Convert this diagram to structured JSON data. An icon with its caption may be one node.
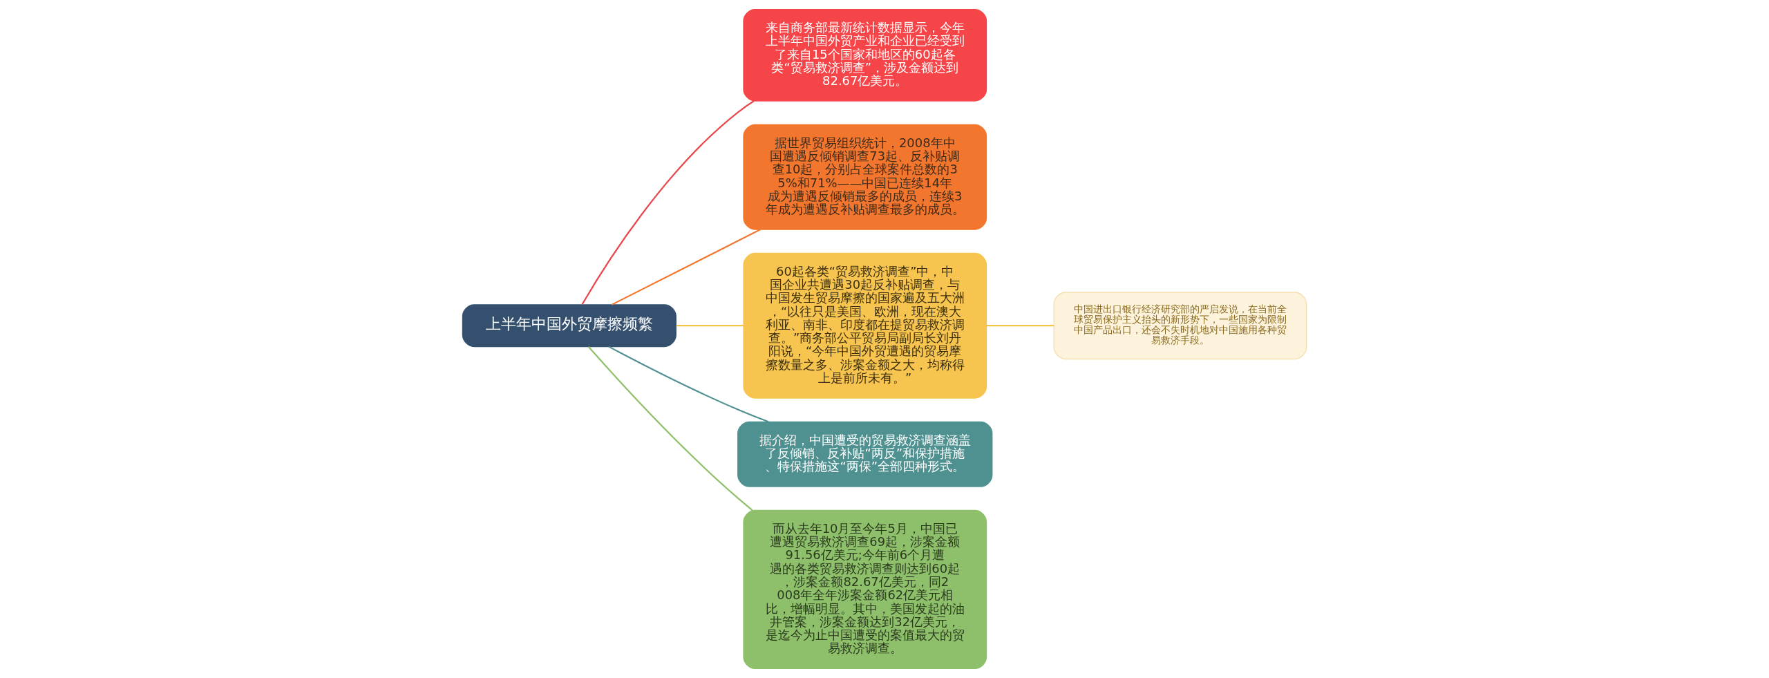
{
  "diagram": {
    "nodes": [
      {
        "text": [
          "上半年中国外贸摩擦频繁"
        ]
      },
      {
        "text": [
          "来自商务部最新统计数据显示，今年上半年中国外贸产业和企业已经受到了来自15个国家和地区的60起各类“贸易救济调查”，涉及金额达到82.67亿美元。"
        ]
      },
      {
        "text": [
          "据世界贸易组织统计，2008年中国遭遇反倾销调查73起、反补贴调查10起，分别占全球案件总数的35%和71%——中国已连续14年成为遭遇反倾销最多的成员，连续3年成为遭遇反补贴调查最多的成员。"
        ]
      },
      {
        "text": [
          "60起各类“贸易救济调查”中，中国企业共遭遇30起反补贴调查，与中国发生贸易摩擦的国家遍及五大洲，“以往只是美国、欧洲，现在澳大利亚、南非、印度都在提贸易救济调查。”商务部公平贸易局副局长刘丹阳说，“今年中国外贸遭遇的贸易摩擦数量之多、涉案金额之大，均称得上是前所未有。”"
        ]
      },
      {
        "text": [
          "中国进出口银行经济研究部的严启发说，在当前全球贸易保护主义抬头的新形势下，一些国家为限制中国产品出口，还会不失时机地对中国施用各种贸易救济手段。"
        ]
      },
      {
        "text": [
          "据介绍，中国遭受的贸易救济调查涵盖了反倾销、反补贴“两反”和保护措施、特保措施这“两保”全部四种形式。"
        ]
      },
      {
        "text": [
          "而从去年10月至今年5月，中国已遭遇贸易救济调查69起，涉案金额91.56亿美元;今年前6个月遭遇的各类贸易救济调查则达到60起，涉案金额82.67亿美元，同2008年全年涉案金额62亿美元相比，增幅明显。其中，美国发起的油井管案，涉案金额达到32亿美元，是迄今为止中国遭受的案值最大的贸易救济调查。"
        ]
      }
    ],
    "edges": [
      {
        "from": 0,
        "to": 1,
        "arrow": "none",
        "color": "#e8474b"
      },
      {
        "from": 0,
        "to": 2,
        "arrow": "none",
        "color": "#f2762e"
      },
      {
        "from": 0,
        "to": 3,
        "arrow": "none",
        "color": "#f3c344"
      },
      {
        "from": 3,
        "to": 4,
        "arrow": "none",
        "color": "#f3c344"
      },
      {
        "from": 0,
        "to": 5,
        "arrow": "none",
        "color": "#4f9190"
      },
      {
        "from": 0,
        "to": 6,
        "arrow": "none",
        "color": "#8ebf6a"
      }
    ]
  }
}
